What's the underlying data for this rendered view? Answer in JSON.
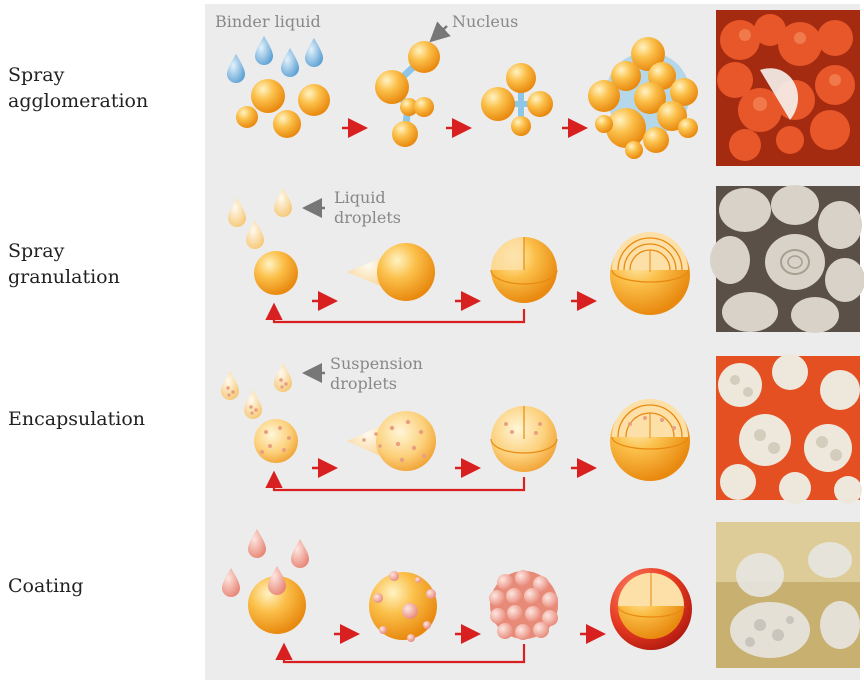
{
  "rows": [
    {
      "label": "Spray\nagglomeration"
    },
    {
      "label": "Spray\ngranulation"
    },
    {
      "label": "Encapsulation"
    },
    {
      "label": "Coating"
    }
  ],
  "annotations": {
    "binder": "Binder liquid",
    "nucleus": "Nucleus",
    "liquid_droplets": "Liquid\ndroplets",
    "suspension_droplets": "Suspension\ndroplets"
  },
  "colors": {
    "panel_bg": "#ececec",
    "particle": "#f5a623",
    "arrow": "#d92020",
    "binder_drop": "#6aaad8",
    "coating_red": "#e03020"
  }
}
